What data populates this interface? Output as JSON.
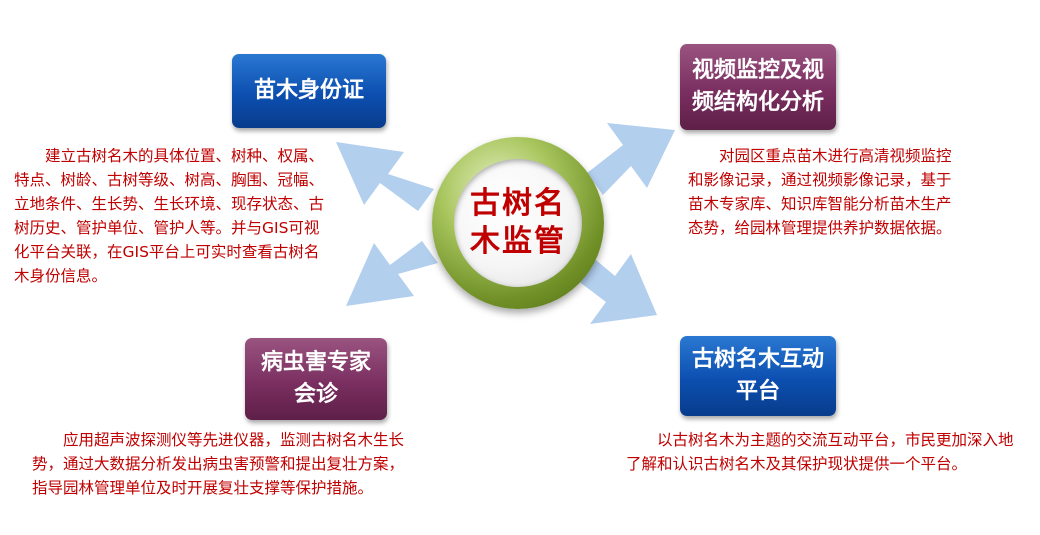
{
  "center": {
    "title": "古树名木监管"
  },
  "nodes": {
    "top_left": {
      "title": "苗木身份证",
      "description": "建立古树名木的具体位置、树种、权属、特点、树龄、古树等级、树高、胸围、冠幅、立地条件、生长势、生长环境、现存状态、古树历史、管护单位、管护人等。并与GIS可视化平台关联，在GIS平台上可实时查看古树名木身份信息。"
    },
    "top_right": {
      "title": "视频监控及视频结构化分析",
      "description": "对园区重点苗木进行高清视频监控和影像记录，通过视频影像记录，基于苗木专家库、知识库智能分析苗木生产态势，给园林管理提供养护数据依据。"
    },
    "bottom_left": {
      "title": "病虫害专家会诊",
      "description": "应用超声波探测仪等先进仪器，监测古树名木生长势，通过大数据分析发出病虫害预警和提出复壮方案，指导园林管理单位及时开展复壮支撑等保护措施。"
    },
    "bottom_right": {
      "title": "古树名木互动平台",
      "description": "以古树名木为主题的交流互动平台，市民更加深入地了解和认识古树名木及其保护现状提供一个平台。"
    }
  },
  "colors": {
    "text_red": "#c00000",
    "box_blue": "#0c4fb0",
    "box_purple": "#7a2f60",
    "arrow": "#b3cfee",
    "ring_green": "#7a9a2c"
  },
  "icons": [
    "arrow-top-left",
    "arrow-top-right",
    "arrow-bottom-left",
    "arrow-bottom-right"
  ]
}
